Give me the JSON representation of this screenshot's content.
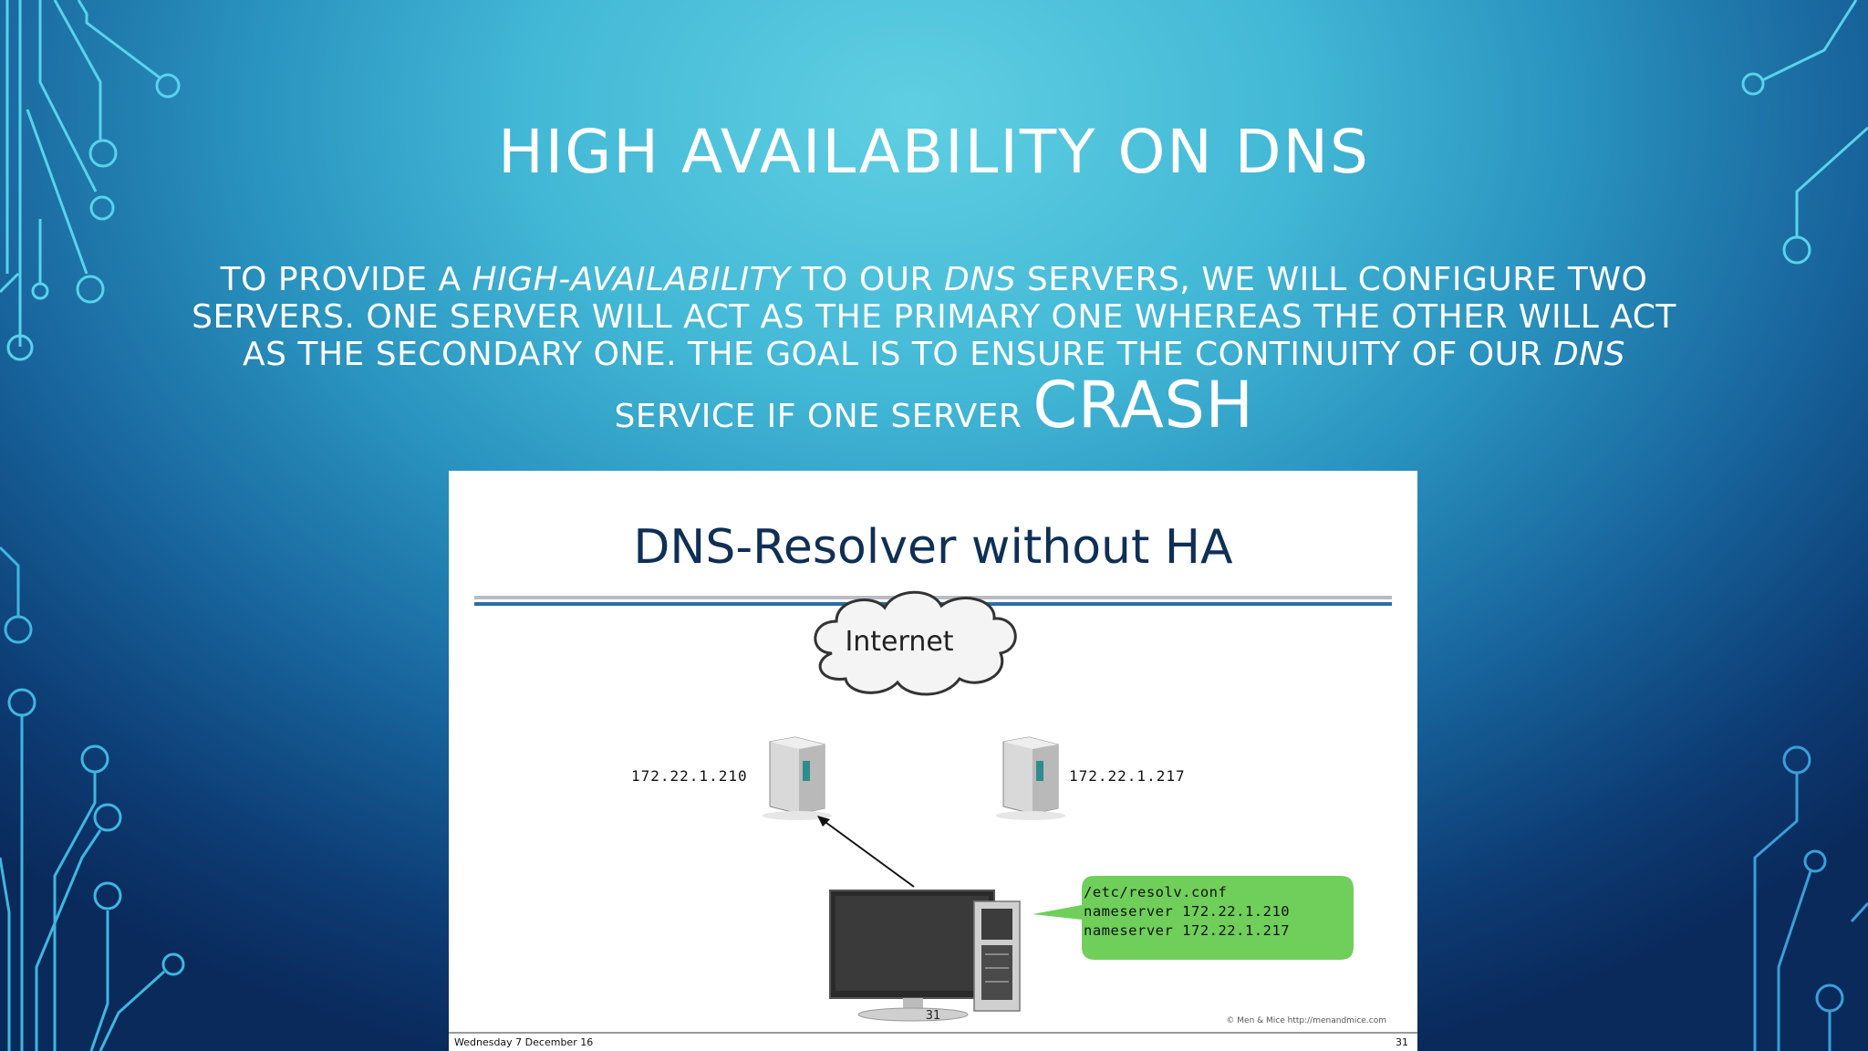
{
  "slide": {
    "title": "HIGH AVAILABILITY ON DNS",
    "body": {
      "part1": "TO PROVIDE A ",
      "em1": "HIGH-AVAILABILITY",
      "part2": " TO OUR ",
      "em2": "DNS",
      "part3": " SERVERS, WE WILL CONFIGURE TWO SERVERS. ONE SERVER WILL ACT AS THE PRIMARY ONE WHEREAS THE OTHER WILL ACT AS THE SECONDARY ONE. THE GOAL IS TO ENSURE THE CONTINUITY OF OUR ",
      "em3": "DNS",
      "part4": " SERVICE IF ONE SERVER ",
      "big": "CRASH"
    }
  },
  "figure": {
    "title": "DNS-Resolver without HA",
    "cloud_label": "Internet",
    "server_left_ip": "172.22.1.210",
    "server_right_ip": "172.22.1.217",
    "conf_lines": {
      "line1": "/etc/resolv.conf",
      "line2": "nameserver 172.22.1.210",
      "line3": "nameserver 172.22.1.217"
    },
    "page_number": "31",
    "credit": "© Men & Mice  http://menandmice.com",
    "footer_left": "Wednesday 7 December 16",
    "footer_right": "31"
  },
  "colors": {
    "text": "#ffffff",
    "circuit": "#4fd0ea",
    "figure_title": "#0f2f55",
    "callout": "#6fcf5a"
  }
}
